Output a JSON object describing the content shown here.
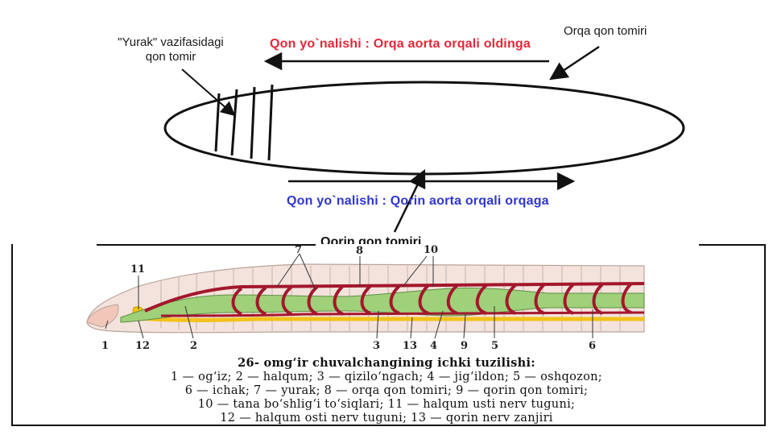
{
  "top_diagram": {
    "heart_label_line1": "\"Yurak\" vazifasidagi",
    "heart_label_line2": "qon tomir",
    "dorsal_vessel_label": "Orqa qon tomiri",
    "dorsal_flow_text": "Qon yo`nalishi : Orqa aorta orqali oldinga",
    "ventral_flow_text": "Qon yo`nalishi : Qorin aorta orqali orqaga",
    "ventral_vessel_label": "Qorin qon tomiri"
  },
  "worm_figure": {
    "part_numbers": {
      "n1": "1",
      "n2": "2",
      "n3": "3",
      "n4": "4",
      "n5": "5",
      "n6": "6",
      "n7": "7",
      "n8": "8",
      "n9": "9",
      "n10": "10",
      "n11": "11",
      "n12": "12",
      "n13": "13"
    },
    "caption_title": "26-                omg‘ir  chuvalchangining  ichki  tuzilishi:",
    "caption_lines": [
      "1 — og‘iz;  2 — halqum;  3 — qizilo‘ngach;  4 — jig‘ildon;  5 — oshqozon;",
      "6 — ichak;  7 — yurak;  8 — orqa  qon  tomiri;  9 — qorin  qon  tomiri;",
      "10 — tana  bo‘shlig‘i  to‘siqlari;  11 — halqum  usti  nerv  tuguni;",
      "12 — halqum  osti  nerv  tuguni;  13 — qorin  nerv  zanjiri"
    ]
  },
  "colors": {
    "red_text": "#e5273a",
    "blue_text": "#2f36d0",
    "vessel_red": "#a3172c",
    "gut_green": "#9fd07a",
    "nerve_yellow": "#f2c21a",
    "body_pink": "#f3e3dc"
  }
}
